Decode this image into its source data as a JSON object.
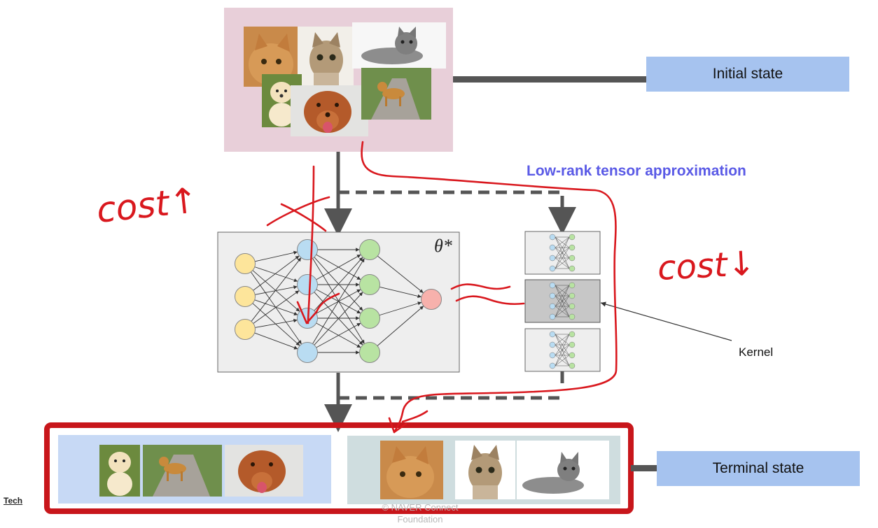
{
  "labels": {
    "initial_state": "Initial state",
    "terminal_state": "Terminal state",
    "lowrank": "Low-rank tensor approximation",
    "theta": "θ*",
    "kernel": "Kernel",
    "tech": "Tech",
    "copyright_line1": "©  NAVER Connect",
    "copyright_line2": "Foundation"
  },
  "annotations": {
    "cost_up": "cost↑",
    "cost_down": "cost↓"
  },
  "colors": {
    "label_fill": "#a6c3ef",
    "input_group_fill": "#e8cfd9",
    "highlight_border": "#c8161b",
    "dog_group_fill": "#c7d9f5",
    "cat_group_fill": "#cfdddf",
    "network_fill": "#eeeeee",
    "kernel_highlight": "#c7c7c7",
    "node_input": "#fde59b",
    "node_hidden1": "#b9dcf2",
    "node_hidden2": "#b8e3a2",
    "node_output": "#f7b1ac",
    "accent_text": "#5a5ae6",
    "arrow": "#555555",
    "ink": "#d9181e"
  },
  "images": {
    "input_group": [
      "orange-cat-photo",
      "tabby-cat-photo",
      "grey-cat-lying-photo",
      "retriever-puppy-photo",
      "duck-toller-dog-photo",
      "puppy-on-road-photo"
    ],
    "dog_group": [
      "retriever-puppy-photo",
      "puppy-on-road-photo",
      "duck-toller-dog-photo"
    ],
    "cat_group": [
      "orange-cat-photo",
      "tabby-cat-photo",
      "grey-cat-lying-photo"
    ]
  }
}
